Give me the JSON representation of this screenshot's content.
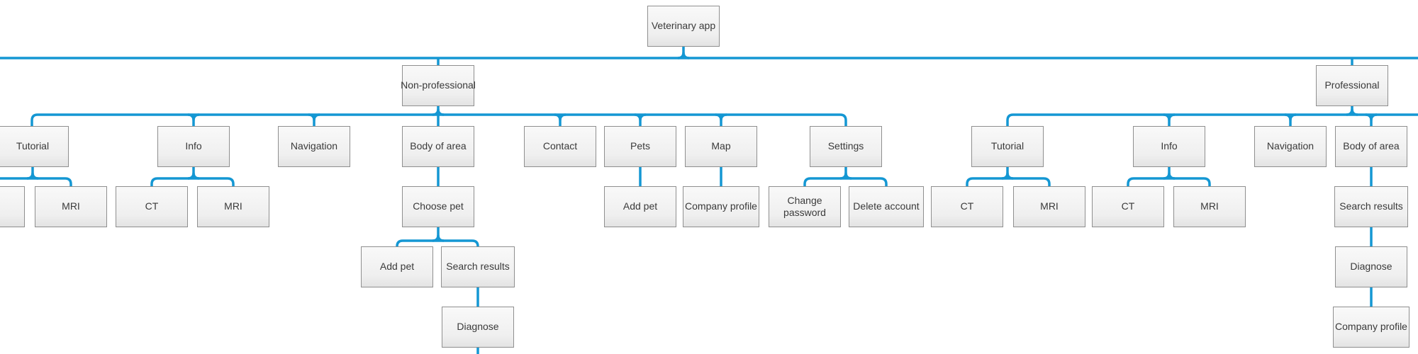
{
  "diagram": {
    "app_title": "Veterinary app",
    "nodes": [
      {
        "id": "veterinary-app",
        "label": "Veterinary app",
        "parent": null
      },
      {
        "id": "non-professional",
        "label": "Non-professional",
        "parent": "veterinary-app"
      },
      {
        "id": "professional",
        "label": "Professional",
        "parent": "veterinary-app"
      },
      {
        "id": "np-tutorial",
        "label": "Tutorial",
        "parent": "non-professional"
      },
      {
        "id": "np-info",
        "label": "Info",
        "parent": "non-professional"
      },
      {
        "id": "np-navigation",
        "label": "Navigation",
        "parent": "non-professional"
      },
      {
        "id": "np-body-of-area",
        "label": "Body of area",
        "parent": "non-professional"
      },
      {
        "id": "np-contact",
        "label": "Contact",
        "parent": "non-professional"
      },
      {
        "id": "np-pets",
        "label": "Pets",
        "parent": "non-professional"
      },
      {
        "id": "np-map",
        "label": "Map",
        "parent": "non-professional"
      },
      {
        "id": "np-settings",
        "label": "Settings",
        "parent": "non-professional"
      },
      {
        "id": "np-tutorial-clipped",
        "label": "",
        "parent": "np-tutorial"
      },
      {
        "id": "np-tutorial-mri",
        "label": "MRI",
        "parent": "np-tutorial"
      },
      {
        "id": "np-info-ct",
        "label": "CT",
        "parent": "np-info"
      },
      {
        "id": "np-info-mri",
        "label": "MRI",
        "parent": "np-info"
      },
      {
        "id": "np-choose-pet",
        "label": "Choose pet",
        "parent": "np-body-of-area"
      },
      {
        "id": "np-add-pet",
        "label": "Add pet",
        "parent": "np-pets"
      },
      {
        "id": "np-company-profile",
        "label": "Company profile",
        "parent": "np-map"
      },
      {
        "id": "np-change-password",
        "label": "Change password",
        "parent": "np-settings"
      },
      {
        "id": "np-delete-account",
        "label": "Delete account",
        "parent": "np-settings"
      },
      {
        "id": "np-choose-add-pet",
        "label": "Add pet",
        "parent": "np-choose-pet"
      },
      {
        "id": "np-search-results",
        "label": "Search results",
        "parent": "np-choose-pet"
      },
      {
        "id": "np-diagnose",
        "label": "Diagnose",
        "parent": "np-search-results"
      },
      {
        "id": "p-tutorial",
        "label": "Tutorial",
        "parent": "professional"
      },
      {
        "id": "p-info",
        "label": "Info",
        "parent": "professional"
      },
      {
        "id": "p-navigation",
        "label": "Navigation",
        "parent": "professional"
      },
      {
        "id": "p-body-of-area",
        "label": "Body of area",
        "parent": "professional"
      },
      {
        "id": "p-tutorial-ct",
        "label": "CT",
        "parent": "p-tutorial"
      },
      {
        "id": "p-tutorial-mri",
        "label": "MRI",
        "parent": "p-tutorial"
      },
      {
        "id": "p-info-ct",
        "label": "CT",
        "parent": "p-info"
      },
      {
        "id": "p-info-mri",
        "label": "MRI",
        "parent": "p-info"
      },
      {
        "id": "p-search-results",
        "label": "Search results",
        "parent": "p-body-of-area"
      },
      {
        "id": "p-diagnose",
        "label": "Diagnose",
        "parent": "p-search-results"
      },
      {
        "id": "p-company-profile",
        "label": "Company profile",
        "parent": "p-diagnose"
      }
    ]
  },
  "colors": {
    "connector": "#1497d3",
    "node_border": "#8f8f8f",
    "node_fill_top": "#f9f9f9",
    "node_fill_bottom": "#e3e3e3",
    "text": "#3a3a3a",
    "background": "#ffffff"
  }
}
